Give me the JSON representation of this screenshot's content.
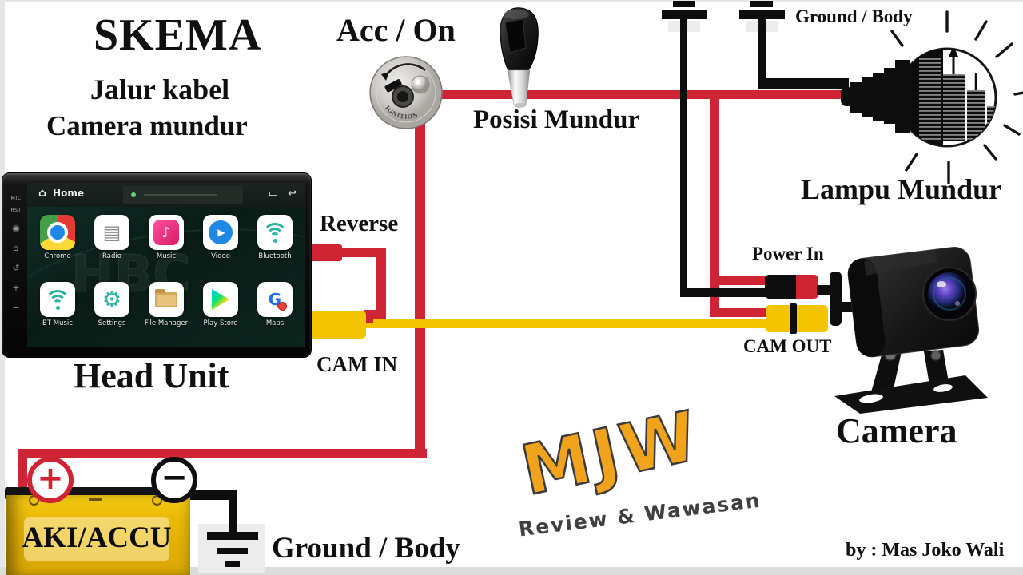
{
  "title": {
    "main": "SKEMA",
    "line2": "Jalur kabel",
    "line3": "Camera mundur"
  },
  "labels": {
    "acc_on": "Acc / On",
    "posisi_mundur": "Posisi Mundur",
    "ground_body_top": "Ground / Body",
    "lampu_mundur": "Lampu Mundur",
    "reverse": "Reverse",
    "cam_in": "CAM IN",
    "power_in": "Power In",
    "cam_out": "CAM OUT",
    "camera": "Camera",
    "head_unit": "Head Unit",
    "battery_name": "AKI/ACCU",
    "ground_body_bottom": "Ground / Body",
    "battery_plus": "+",
    "battery_minus": "−"
  },
  "ignition": {
    "label": "IGNITION"
  },
  "head_unit_screen": {
    "home_icon": "⌂",
    "home_label": "Home",
    "topbar_icons": [
      "▭",
      "↩"
    ],
    "side_items": [
      "MIC",
      "RST",
      "◉",
      "⌂",
      "↺",
      "+",
      "−"
    ],
    "apps_row1": [
      "Chrome",
      "Radio",
      "Music",
      "Video",
      "Bluetooth"
    ],
    "apps_row2": [
      "BT Music",
      "Settings",
      "File Manager",
      "Play Store",
      "Maps"
    ],
    "watermark": "HBC",
    "radio_glyph": "▤",
    "music_glyph": "♪",
    "video_glyph": "▶",
    "settings_glyph": "⚙",
    "maps_glyph": "G"
  },
  "branding": {
    "logo": "MJW",
    "tagline": "Review & Wawasan",
    "credit": "by : Mas Joko Wali"
  },
  "colors": {
    "wire_red": "#cf2433",
    "wire_yellow": "#f5c400",
    "wire_black": "#0d0d0d",
    "battery_yellow": "#eab806",
    "logo_orange": "#f2a31c"
  }
}
